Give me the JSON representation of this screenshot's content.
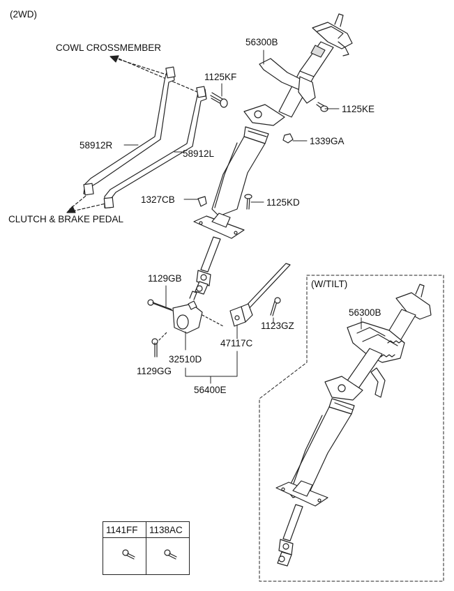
{
  "header": {
    "variant": "(2WD)"
  },
  "labels": {
    "cowl_crossmember": "COWL CROSSMEMBER",
    "clutch_brake_pedal": "CLUTCH & BRAKE  PEDAL",
    "p56300b": "56300B",
    "p56300b_tilt": "56300B",
    "p1125kf": "1125KF",
    "p1125ke": "1125KE",
    "p58912r": "58912R",
    "p58912l": "58912L",
    "p1339ga": "1339GA",
    "p1327cb": "1327CB",
    "p1125kd": "1125KD",
    "p1129gb": "1129GB",
    "p1129gg": "1129GG",
    "p32510d": "32510D",
    "p47117c": "47117C",
    "p1123gz": "1123GZ",
    "p56400e": "56400E",
    "tilt_variant": "(W/TILT)"
  },
  "parts_table": {
    "headers": [
      "1141FF",
      "1138AC"
    ]
  },
  "colors": {
    "line": "#222222",
    "fill": "#ffffff",
    "shade": "#cfcfcf"
  }
}
